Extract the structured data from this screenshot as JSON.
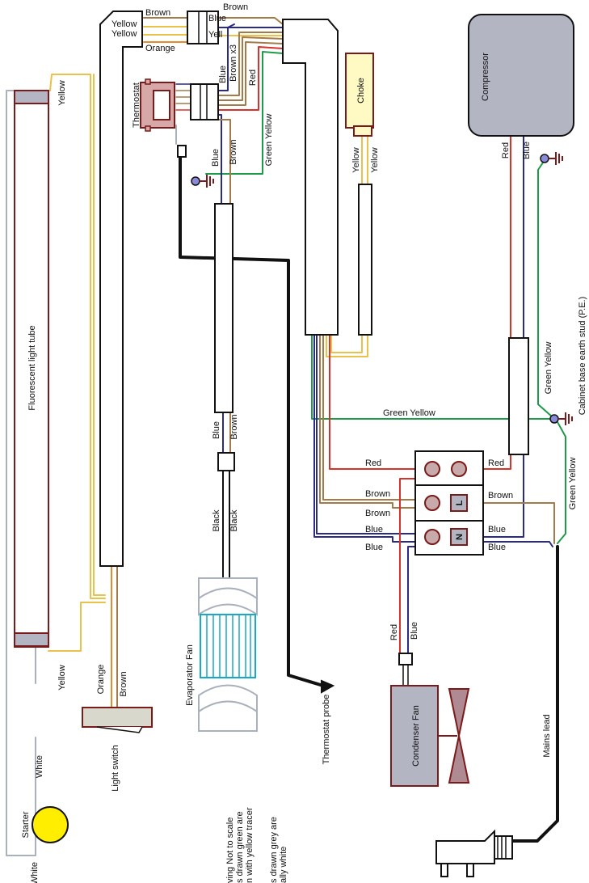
{
  "components": {
    "compressor": "Compressor",
    "choke": "Choke",
    "thermostat": "Thermostat",
    "fluorescent_tube": "Fluorescent light tube",
    "starter": "Starter",
    "light_switch": "Light switch",
    "evaporator_fan": "Evaporator Fan",
    "thermostat_probe": "Thermostat probe",
    "condenser_fan": "Condenser Fan",
    "mains_lead": "Mains lead",
    "earth_stud": "Cabinet base earth stud (P.E.)"
  },
  "wires": {
    "top_brown_left": "Brown",
    "top_brown_right": "Brown",
    "top_yellow_1": "Yellow",
    "top_yellow_2": "Yellow",
    "top_blue": "Blue",
    "top_yell": "Yell",
    "top_orange": "Orange",
    "thermo_blue": "Blue",
    "thermo_brown_x3": "Brown x3",
    "thermo_red": "Red",
    "thermo_green_yellow": "Green Yellow",
    "thermo_blue_2": "Blue",
    "thermo_brown_2": "Brown",
    "tube_yellow_top": "Yellow",
    "tube_yellow_bottom": "Yellow",
    "switch_orange": "Orange",
    "switch_brown": "Brown",
    "starter_white": "White",
    "starter_white_outer": "White",
    "choke_yellow_1": "Yellow",
    "choke_yellow_2": "Yellow",
    "comp_red": "Red",
    "comp_blue": "Blue",
    "gy_earth_vertical": "Green Yellow",
    "gy_horizontal": "Green Yellow",
    "gy_mains": "Green Yellow",
    "fan_blue": "Blue",
    "fan_brown": "Brown",
    "fan_black_1": "Black",
    "fan_black_2": "Black",
    "tb_red_left": "Red",
    "tb_red_right": "Red",
    "tb_brown_left_1": "Brown",
    "tb_brown_left_2": "Brown",
    "tb_brown_right": "Brown",
    "tb_blue_left_1": "Blue",
    "tb_blue_left_2": "Blue",
    "tb_blue_right_1": "Blue",
    "tb_blue_right_2": "Blue",
    "cond_red": "Red",
    "cond_blue": "Blue"
  },
  "terminals": {
    "live": "L",
    "neutral": "N"
  },
  "notes": {
    "line1": "ving Not to scale",
    "line2": "s drawn green are",
    "line3": "n with yellow tracer",
    "line4": "s drawn grey are",
    "line5": "ally white"
  },
  "colors": {
    "brown": "#a47a4a",
    "yellow": "#e8c24a",
    "orange": "#e68a2e",
    "blue": "#2a2a8c",
    "red": "#d8322a",
    "green": "#1e9a4a",
    "grey": "#aab0bc",
    "component_fill": "#b3b5c2",
    "thermostat_fill": "#d6a8a8",
    "dark_red": "#7a1a1a",
    "choke_fill": "#fff9c4",
    "fan_blue": "#17a9c6",
    "starter_yellow": "#ffee00",
    "earth_node": "#8a8ad8"
  }
}
